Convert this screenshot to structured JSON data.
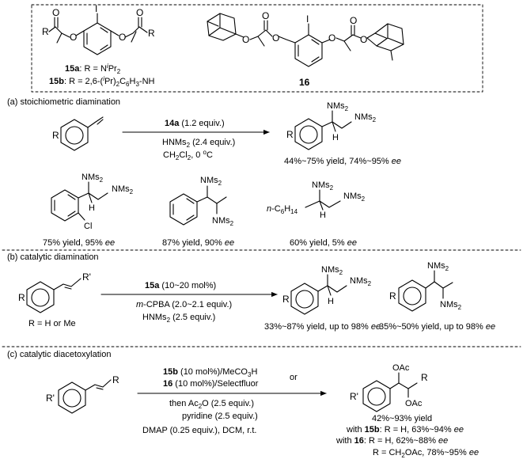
{
  "top": {
    "atoms": {
      "R": "R",
      "O": "O",
      "I": "I"
    },
    "labels": {
      "c15a_id": "15a",
      "c15a_rest": ": R = N",
      "c15a_sup": "i",
      "c15a_end": "Pr",
      "c15a_sub": "2",
      "c15b_id": "15b",
      "c15b_rest": ": R = 2,6-(",
      "c15b_sup": "i",
      "c15b_mid": "Pr)",
      "c15b_sub1": "2",
      "c15b_mid2": "C",
      "c15b_sub2": "6",
      "c15b_mid3": "H",
      "c15b_sub3": "3",
      "c15b_end": "-NH",
      "c16_id": "16"
    }
  },
  "groups": {
    "NMs": "NMs",
    "sub2": "2",
    "H": "H",
    "Cl": "Cl",
    "R": "R",
    "Rp": "R'",
    "OAc": "OAc",
    "nC6_pre": "n",
    "nC6_mid": "-C",
    "nC6_sub1": "6",
    "nC6_mid2": "H",
    "nC6_sub2": "14"
  },
  "section_a": {
    "title": "(a) stoichiometric diamination",
    "cond1_id": "14a",
    "cond1_rest": " (1.2 equiv.)",
    "cond2_a": "HNMs",
    "cond2_sub": "2",
    "cond2_b": " (2.4 equiv.)",
    "cond3_a": "CH",
    "cond3_sub1": "2",
    "cond3_b": "Cl",
    "cond3_sub2": "2",
    "cond3_c": ", 0 ",
    "cond3_sup": "o",
    "cond3_d": "C",
    "result_main_a": "44%~75% yield, 74%~95% ",
    "result_main_ee": "ee",
    "result_1_a": "75% yield, 95% ",
    "result_1_ee": "ee",
    "result_2_a": "87% yield, 90% ",
    "result_2_ee": "ee",
    "result_3_a": "60% yield, 5% ",
    "result_3_ee": "ee"
  },
  "section_b": {
    "title": "(b) catalytic diamination",
    "substrate_note": "R = H or Me",
    "cond1_id": "15a",
    "cond1_rest": " (10~20 mol%)",
    "cond2_i": "m",
    "cond2_a": "-CPBA (2.0~2.1 equiv.)",
    "cond3_a": "HNMs",
    "cond3_sub": "2",
    "cond3_b": " (2.5 equiv.)",
    "result_1_a": "33%~87% yield, up to 98% ",
    "result_1_ee": "ee",
    "result_2_a": "35%~50% yield, up to 98% ",
    "result_2_ee": "ee"
  },
  "section_c": {
    "title": "(c) catalytic diacetoxylation",
    "cond1_id": "15b",
    "cond1_a": " (10 mol%)/MeCO",
    "cond1_sub": "3",
    "cond1_b": "H",
    "cond_or": "or",
    "cond2_id": "16",
    "cond2_rest": " (10 mol%)/Selectfluor",
    "cond3_a": "then Ac",
    "cond3_sub": "2",
    "cond3_b": "O (2.5 equiv.)",
    "cond4": "pyridine (2.5 equiv.)",
    "cond5": "DMAP (0.25 equiv.), DCM, r.t.",
    "yield": "42%~93% yield",
    "with15b_a": "with ",
    "with15b_id": "15b",
    "with15b_b": ": R = H, 63%~94% ",
    "with15b_ee": "ee",
    "with16_a": "with ",
    "with16_id": "16",
    "with16_b": ": R = H, 62%~88% ",
    "with16_ee": "ee",
    "last_a": "R = CH",
    "last_sub": "2",
    "last_b": "OAc, 78%~95% ",
    "last_ee": "ee"
  }
}
